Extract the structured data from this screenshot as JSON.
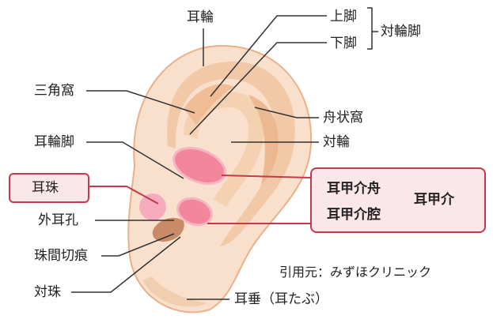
{
  "labels": {
    "helix": "耳輪",
    "superior_crus": "上脚",
    "inferior_crus": "下脚",
    "antihelix_crura": "対輪脚",
    "triangular_fossa": "三角窩",
    "scaphoid_fossa": "舟状窩",
    "antihelix": "対輪",
    "helix_crus": "耳輪脚",
    "tragus": "耳珠",
    "cymba_conchae": "耳甲介舟",
    "cavum_conchae": "耳甲介腔",
    "concha": "耳甲介",
    "external_meatus": "外耳孔",
    "intertragic_notch": "珠間切痕",
    "antitragus": "対珠",
    "lobule": "耳垂（耳たぶ）"
  },
  "credit": "引用元：みずほクリニック",
  "colors": {
    "skin": "#f8e0cc",
    "skin_outline": "#eab08a",
    "inner_shade": "#f0c4a0",
    "highlight_pink": "#f2869b",
    "tragus_pink": "#f7a9bd",
    "canal_brown": "#c98a66",
    "accent_red": "#c23a4c",
    "box_fill": "#fbe7ea"
  }
}
